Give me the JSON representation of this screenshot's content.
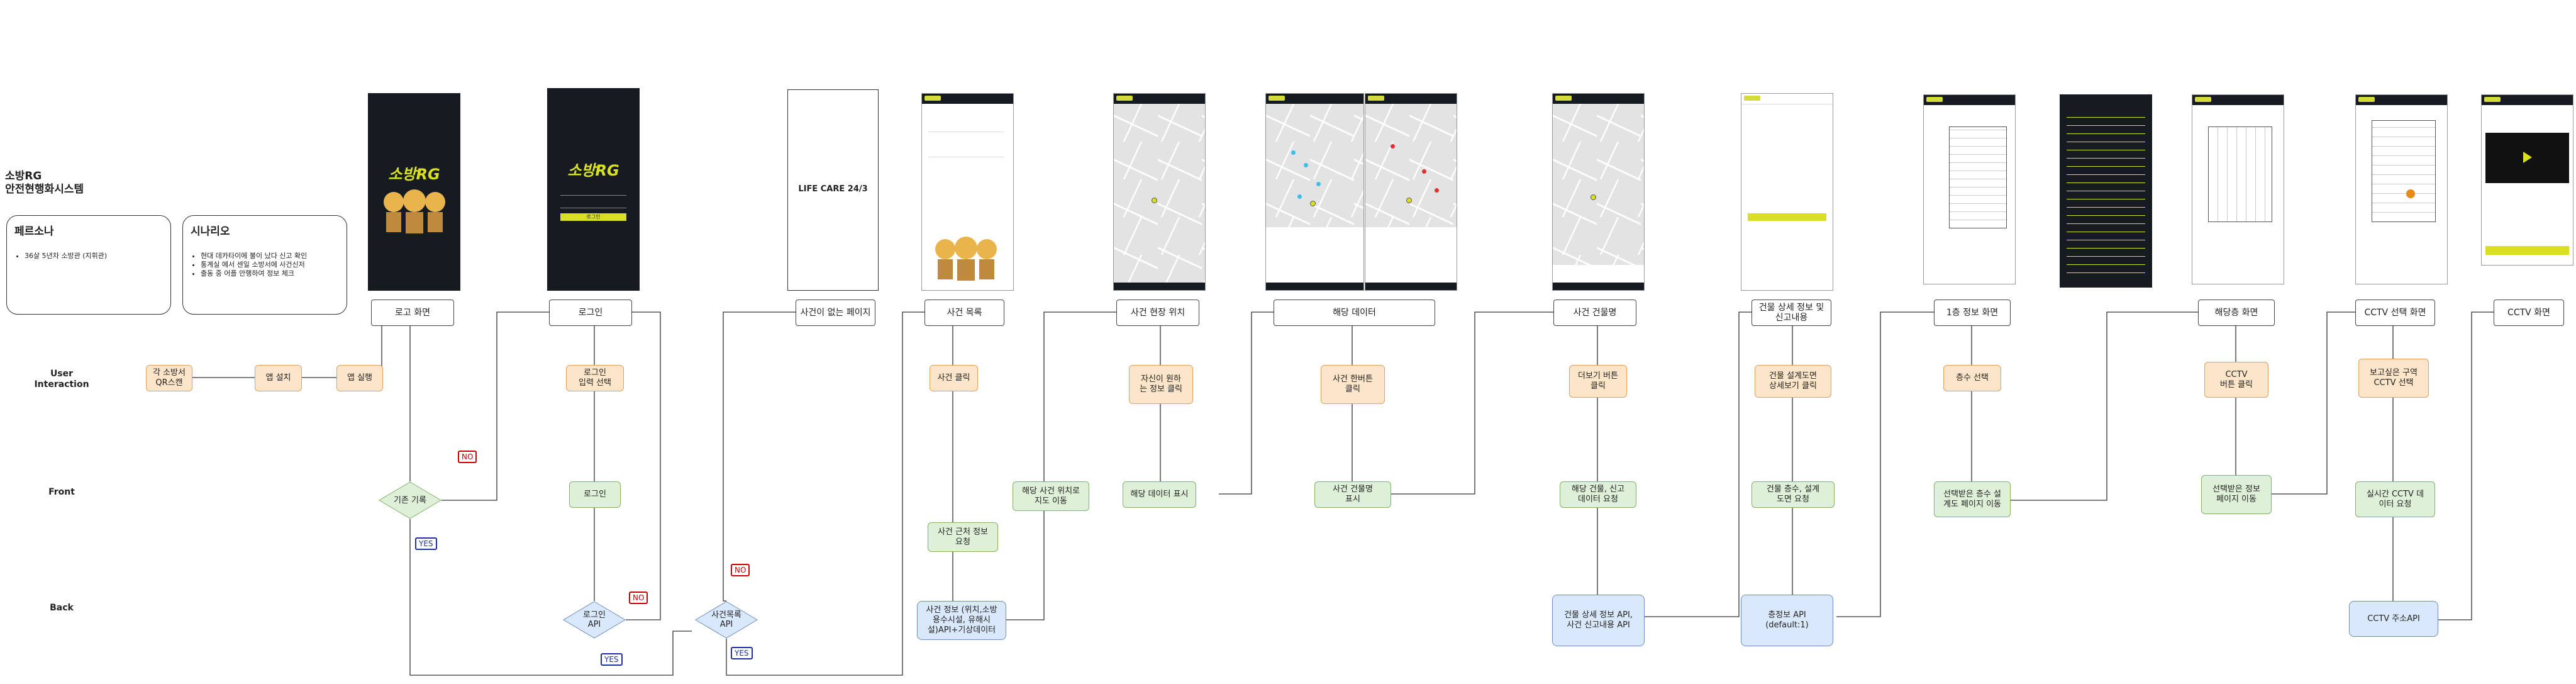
{
  "title": {
    "line1": "소방RG",
    "line2": "안전현행화시스템"
  },
  "persona": {
    "heading": "페르소나",
    "items": [
      "36살 5년차 소방관 (지휘관)"
    ]
  },
  "scenario": {
    "heading": "시나리오",
    "items": [
      "현대 데카타이에 불이 났다 신고 확인",
      "통계실 에서 센일 소방서에 사건신저",
      "출동 중 어플 안행하여 정보 체크"
    ]
  },
  "lanes": {
    "user": "User\nInteraction",
    "front": "Front",
    "back": "Back"
  },
  "headers": [
    "로고 화면",
    "로그인",
    "사건이 없는 페이지",
    "사건 목록",
    "사건 현장 위치",
    "해당 데이터",
    "사건 건물명",
    "건물 상세 정보 및\n신고내용",
    "1층 정보 화면",
    "해당층 화면",
    "CCTV 선택 화면",
    "CCTV 화면"
  ],
  "user_boxes": {
    "qr": "각 소방서\nQR스캔",
    "install": "앱 설치",
    "run": "앱 실행",
    "login_select": "로그인\n입력 선택",
    "incident_click": "사건 클릭",
    "info_click": "자신이 원하\n는 정보 클릭",
    "incident_num_click": "사건 한버튼\n클릭",
    "more_click": "더보기 버튼\n클릭",
    "building_click": "건물 설계도면\n상세보기 클릭",
    "floor_select": "층수 선택",
    "cctv_button": "CCTV\n버튼 클릭",
    "cctv_select": "보고싶은 구역\nCCTV 선택"
  },
  "front_boxes": {
    "login": "로그인",
    "goto_map": "해당 사건 위치로\n지도 이동",
    "incident_info_req": "사건 근처 정보\n요청",
    "data_display": "해당 데이터 표시",
    "building_display": "사건 건물명\n표시",
    "building_req": "해당 건물, 신고\n데이터 요청",
    "floor_req": "건물 층수, 설계\n도면 요청",
    "floor_move": "선택받은 층수 설\n계도 페이지 이동",
    "info_move": "선택받은 정보\n페이지 이동",
    "cctv_req": "실시간 CCTV 데\n이터 요청"
  },
  "decisions": {
    "existing": "기존 기록",
    "login_api": "로그인\nAPI",
    "incident_api": "사건목록\nAPI"
  },
  "back_boxes": {
    "incident_info": "사건 정보 (위치,소방\n용수시설, 유해시\n설)API+기상데이터",
    "building_api": "건물 상세 정보 API,\n사건 신고내용 API",
    "floor_api": "층정보 API\n(default:1)",
    "cctv_api": "CCTV 주소API"
  },
  "flags": {
    "no": "NO",
    "yes": "YES"
  },
  "screens": {
    "logo": "소방RG",
    "lifecare": "LIFE CARE 24/3",
    "login_btn": "로그인"
  },
  "colors": {
    "user": "#fde5c9",
    "front": "#dff0d8",
    "back": "#dae8fc",
    "accent": "#d9e021",
    "dark": "#161b22",
    "no": "#cc0000",
    "yes": "#1f2fa8"
  }
}
